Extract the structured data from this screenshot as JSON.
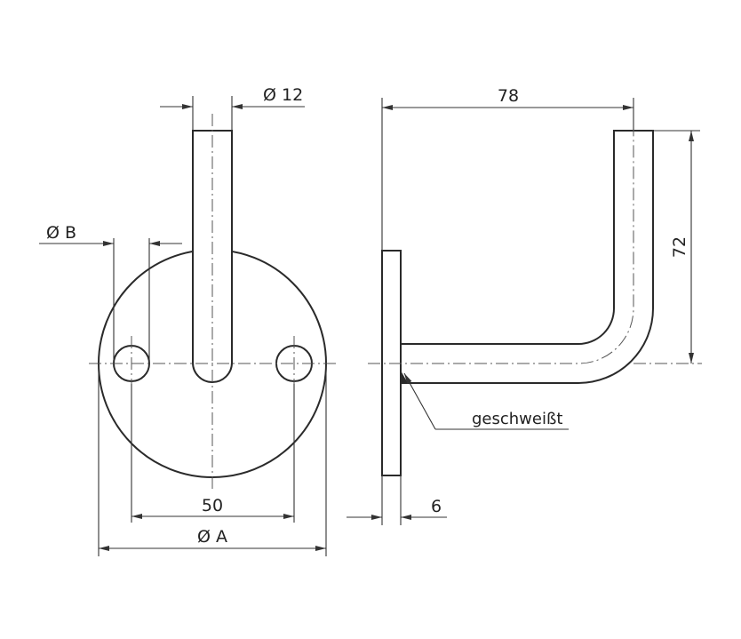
{
  "labels": {
    "tube_diameter": "Ø 12",
    "hole_diameter": "Ø B",
    "hole_spacing": "50",
    "plate_diameter": "Ø A",
    "length": "78",
    "height": "72",
    "plate_thickness": "6",
    "weld_note": "geschweißt"
  },
  "colors": {
    "line": "#2a2a2a",
    "background": "#ffffff"
  }
}
